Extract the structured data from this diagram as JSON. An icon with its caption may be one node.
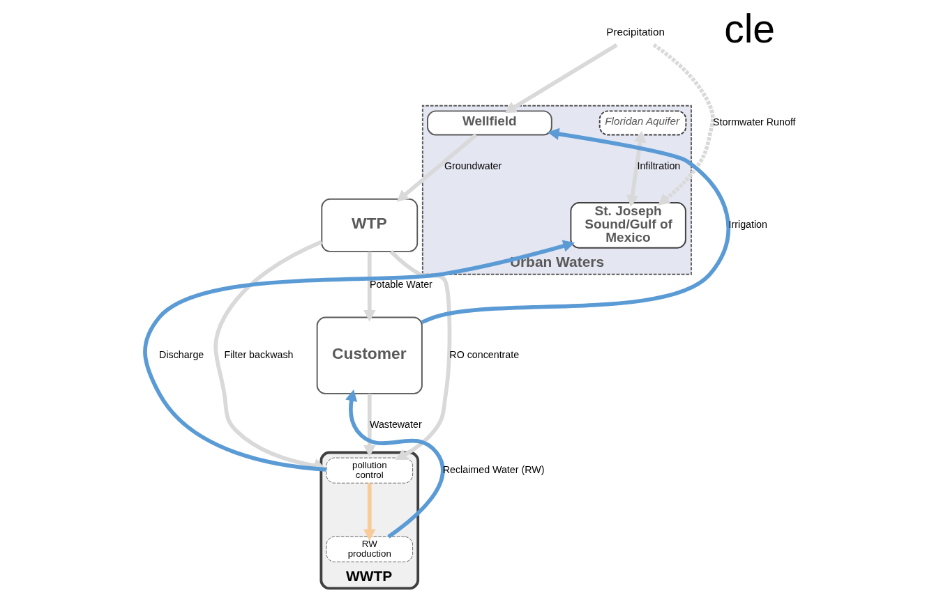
{
  "diagram": {
    "nodes": [
      {
        "text": [
          "Precipitation"
        ]
      },
      {
        "text": [
          "Urban Waters"
        ]
      },
      {
        "text": [
          "Wellfield"
        ],
        "in": 1
      },
      {
        "text": [
          "Floridan Aquifer"
        ],
        "in": 1
      },
      {
        "text": [
          "St. Joseph Sound/Gulf of Mexico"
        ],
        "in": 1
      },
      {
        "text": [
          "WTP"
        ]
      },
      {
        "text": [
          "Customer"
        ]
      },
      {
        "text": [
          "WWTP"
        ]
      },
      {
        "text": [
          "pollution control"
        ],
        "in": 7
      },
      {
        "text": [
          "RW production"
        ],
        "in": 7
      }
    ],
    "edges": [
      {
        "from": 0,
        "to": 2,
        "arrow": "to"
      },
      {
        "from": 0,
        "to": 4,
        "arrow": "to",
        "label": "Stormwater Runoff",
        "style": "dashed"
      },
      {
        "from": 2,
        "to": 5,
        "arrow": "to",
        "label": "Groundwater"
      },
      {
        "from": 5,
        "to": 6,
        "arrow": "to",
        "label": "Potable Water"
      },
      {
        "from": 6,
        "to": 2,
        "arrow": "to",
        "label": "Irrigation",
        "color": "#5b9bd5"
      },
      {
        "from": 5,
        "to": 8,
        "arrow": "to",
        "label": "RO concentrate"
      },
      {
        "from": 5,
        "to": 7,
        "arrow": "to",
        "label": "Filter backwash"
      },
      {
        "from": 6,
        "to": 7,
        "arrow": "to",
        "label": "Wastewater"
      },
      {
        "from": 3,
        "to": 4,
        "arrow": "both",
        "label": "Infiltration"
      },
      {
        "from": 8,
        "to": 4,
        "arrow": "to",
        "label": "Discharge",
        "color": "#5b9bd5"
      },
      {
        "from": 8,
        "to": 9,
        "arrow": "to",
        "color": "#f8cb99"
      },
      {
        "from": 9,
        "to": 6,
        "arrow": "to",
        "label": "Reclaimed Water (RW)",
        "color": "#5b9bd5"
      }
    ],
    "labels": [
      "cle"
    ]
  }
}
